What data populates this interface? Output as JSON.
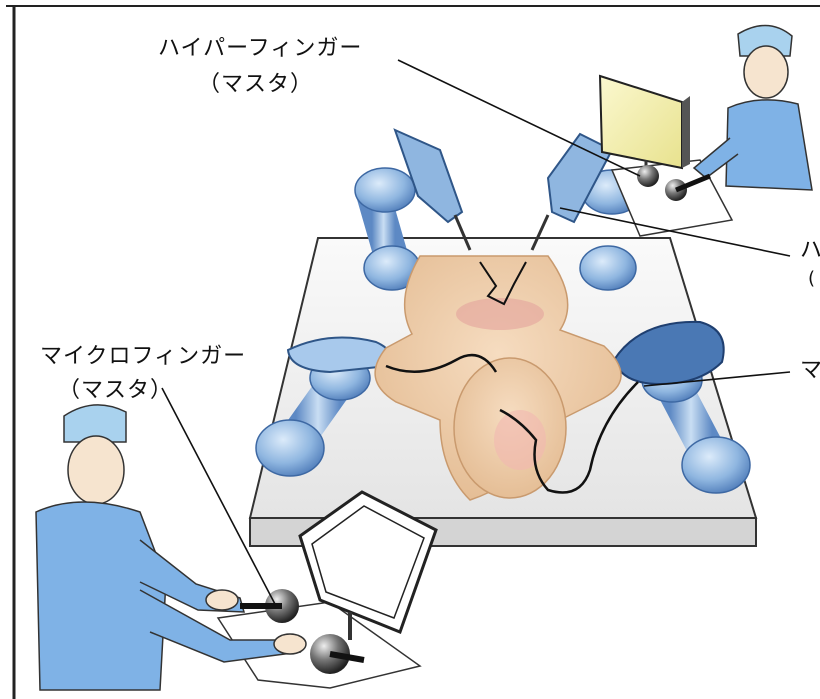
{
  "labels": {
    "hyper_finger_master": {
      "title": "ハイパーフィンガー",
      "subtitle": "（マスタ）"
    },
    "micro_finger_master": {
      "title": "マイクロフィンガー",
      "subtitle": "（マスタ）"
    },
    "cut_off_right": [
      "ハ",
      "(",
      "マ"
    ]
  },
  "colors": {
    "robot_blue": "#8fb6e0",
    "robot_dark": "#4a78b4",
    "gown": "#7fb2e6",
    "skin": "#f1d4b3",
    "table": "#f2f2f2",
    "monitor_screen": "#f6f3b4"
  },
  "icons": [
    "surgeon",
    "monitor",
    "master-handle",
    "slave-robot-arm",
    "operating-table",
    "patient"
  ]
}
